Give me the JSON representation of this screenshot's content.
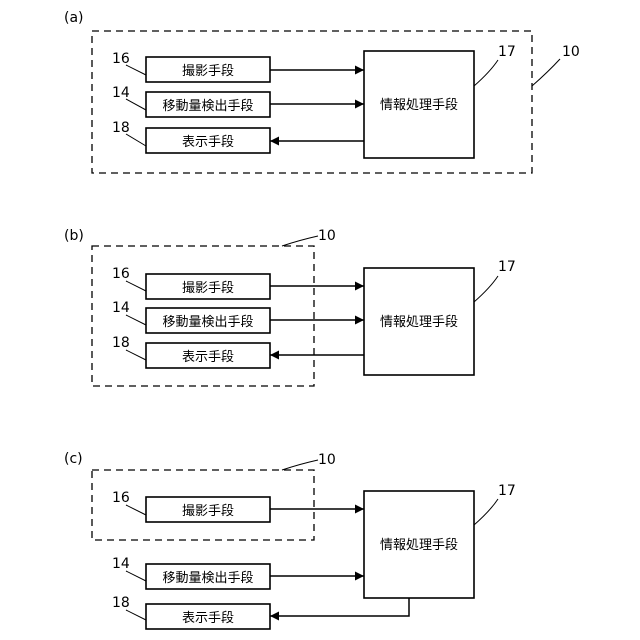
{
  "labels": {
    "camera": "撮影手段",
    "motion": "移動量検出手段",
    "display": "表示手段",
    "processor": "情報処理手段"
  },
  "refs": {
    "camera": "16",
    "motion": "14",
    "display": "18",
    "processor": "17",
    "device": "10"
  },
  "panels": [
    {
      "tag": "(a)",
      "device_scope": "camera, motion detector, display and information processor"
    },
    {
      "tag": "(b)",
      "device_scope": "camera, motion detector and display"
    },
    {
      "tag": "(c)",
      "device_scope": "camera only"
    }
  ]
}
